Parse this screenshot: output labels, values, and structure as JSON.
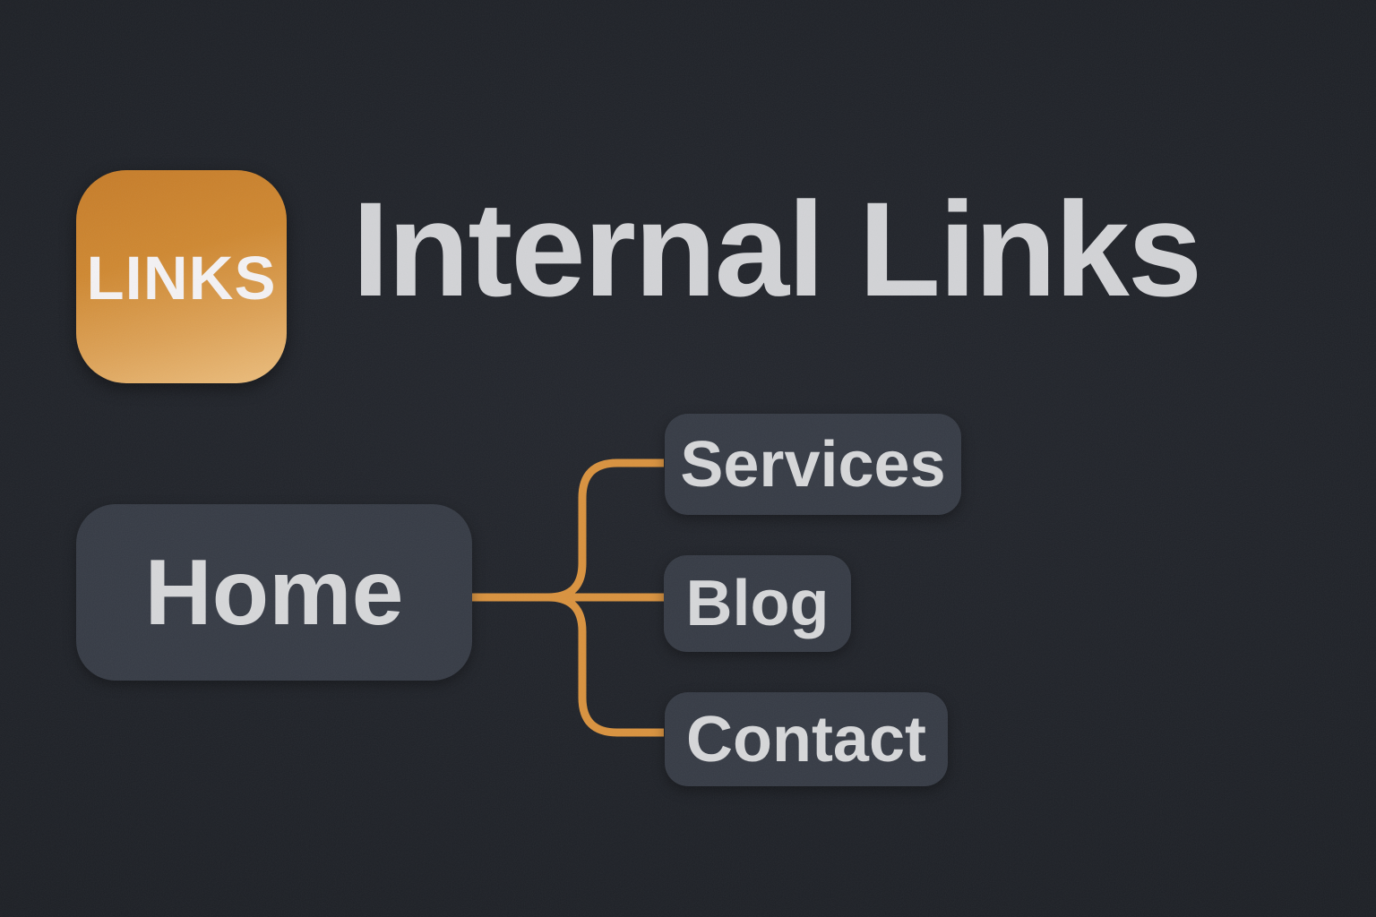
{
  "page": {
    "badge_label": "LINKS",
    "title": "Internal Links"
  },
  "diagram": {
    "root": {
      "label": "Home"
    },
    "children": [
      {
        "label": "Services"
      },
      {
        "label": "Blog"
      },
      {
        "label": "Contact"
      }
    ]
  },
  "colors": {
    "background": "#1e2127",
    "node_fill": "#363b45",
    "node_text": "#d6d7d9",
    "title_text": "#d2d3d6",
    "connector": "#d9923e",
    "badge_gradient_start": "#c67c29",
    "badge_gradient_end": "#ecbe7e",
    "badge_text": "#f4f2f4"
  }
}
